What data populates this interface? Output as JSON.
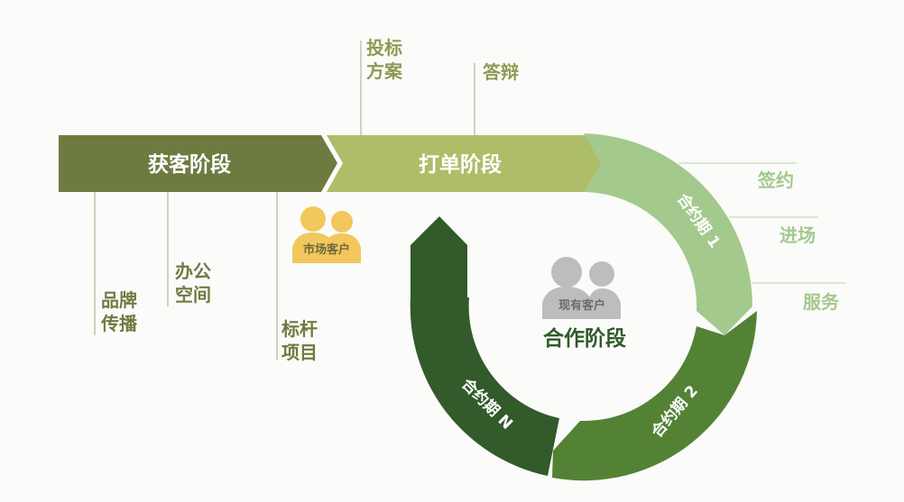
{
  "banner": {
    "stage1": "获客阶段",
    "stage2": "打单阶段"
  },
  "acquire_items": [
    "品牌",
    "传播",
    "办公",
    "空间",
    "标杆",
    "项目"
  ],
  "bid_items": [
    "投标",
    "方案",
    "答辩"
  ],
  "market_customers": "市场客户",
  "cooperation": {
    "existing_customers": "现有客户",
    "title": "合作阶段",
    "period1": "合约期 1",
    "period2": "合约期 2",
    "periodN": "合约期 N"
  },
  "period1_items": [
    "签约",
    "进场",
    "服务"
  ],
  "colors": {
    "stage1": "#6e7b40",
    "stage2": "#aebd68",
    "period1": "#a4c98c",
    "period2": "#548235",
    "periodN": "#325a2a"
  }
}
